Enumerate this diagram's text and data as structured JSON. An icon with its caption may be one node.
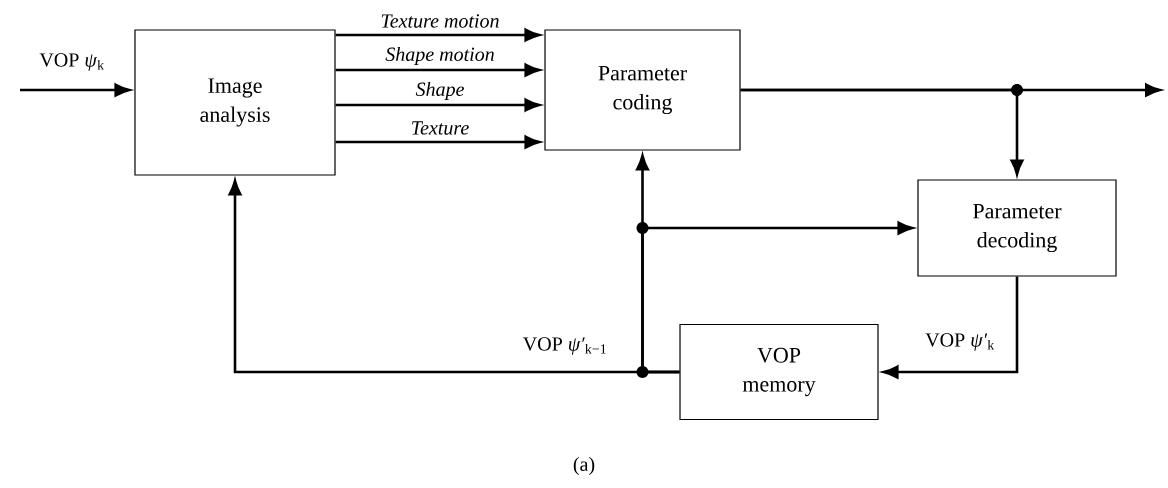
{
  "diagram": {
    "caption": "(a)",
    "nodes": [
      {
        "text": [
          "Image analysis"
        ]
      },
      {
        "text": [
          "Parameter coding"
        ]
      },
      {
        "text": [
          "Parameter decoding"
        ]
      },
      {
        "text": [
          "VOP memory"
        ]
      }
    ],
    "edges": [
      {
        "from": null,
        "to": 0,
        "arrow": "to",
        "label": "VOP *ψ*$_{k}$"
      },
      {
        "from": 0,
        "to": 1,
        "arrow": "to",
        "label": "Texture motion"
      },
      {
        "from": 0,
        "to": 1,
        "arrow": "to",
        "label": "Shape motion"
      },
      {
        "from": 0,
        "to": 1,
        "arrow": "to",
        "label": "Shape"
      },
      {
        "from": 0,
        "to": 1,
        "arrow": "to",
        "label": "Texture"
      },
      {
        "from": 1,
        "to": null,
        "arrow": "to"
      },
      {
        "from": 1,
        "to": 2,
        "arrow": "to"
      },
      {
        "from": 2,
        "to": 3,
        "arrow": "to",
        "label": "VOP *ψ′*$_{k}$"
      },
      {
        "from": 3,
        "to": 0,
        "arrow": "to"
      },
      {
        "from": 3,
        "to": 1,
        "arrow": "to"
      },
      {
        "from": 3,
        "to": 2,
        "arrow": "to"
      }
    ],
    "labels": [
      "VOP *ψ′*$_{k−1}$"
    ]
  }
}
